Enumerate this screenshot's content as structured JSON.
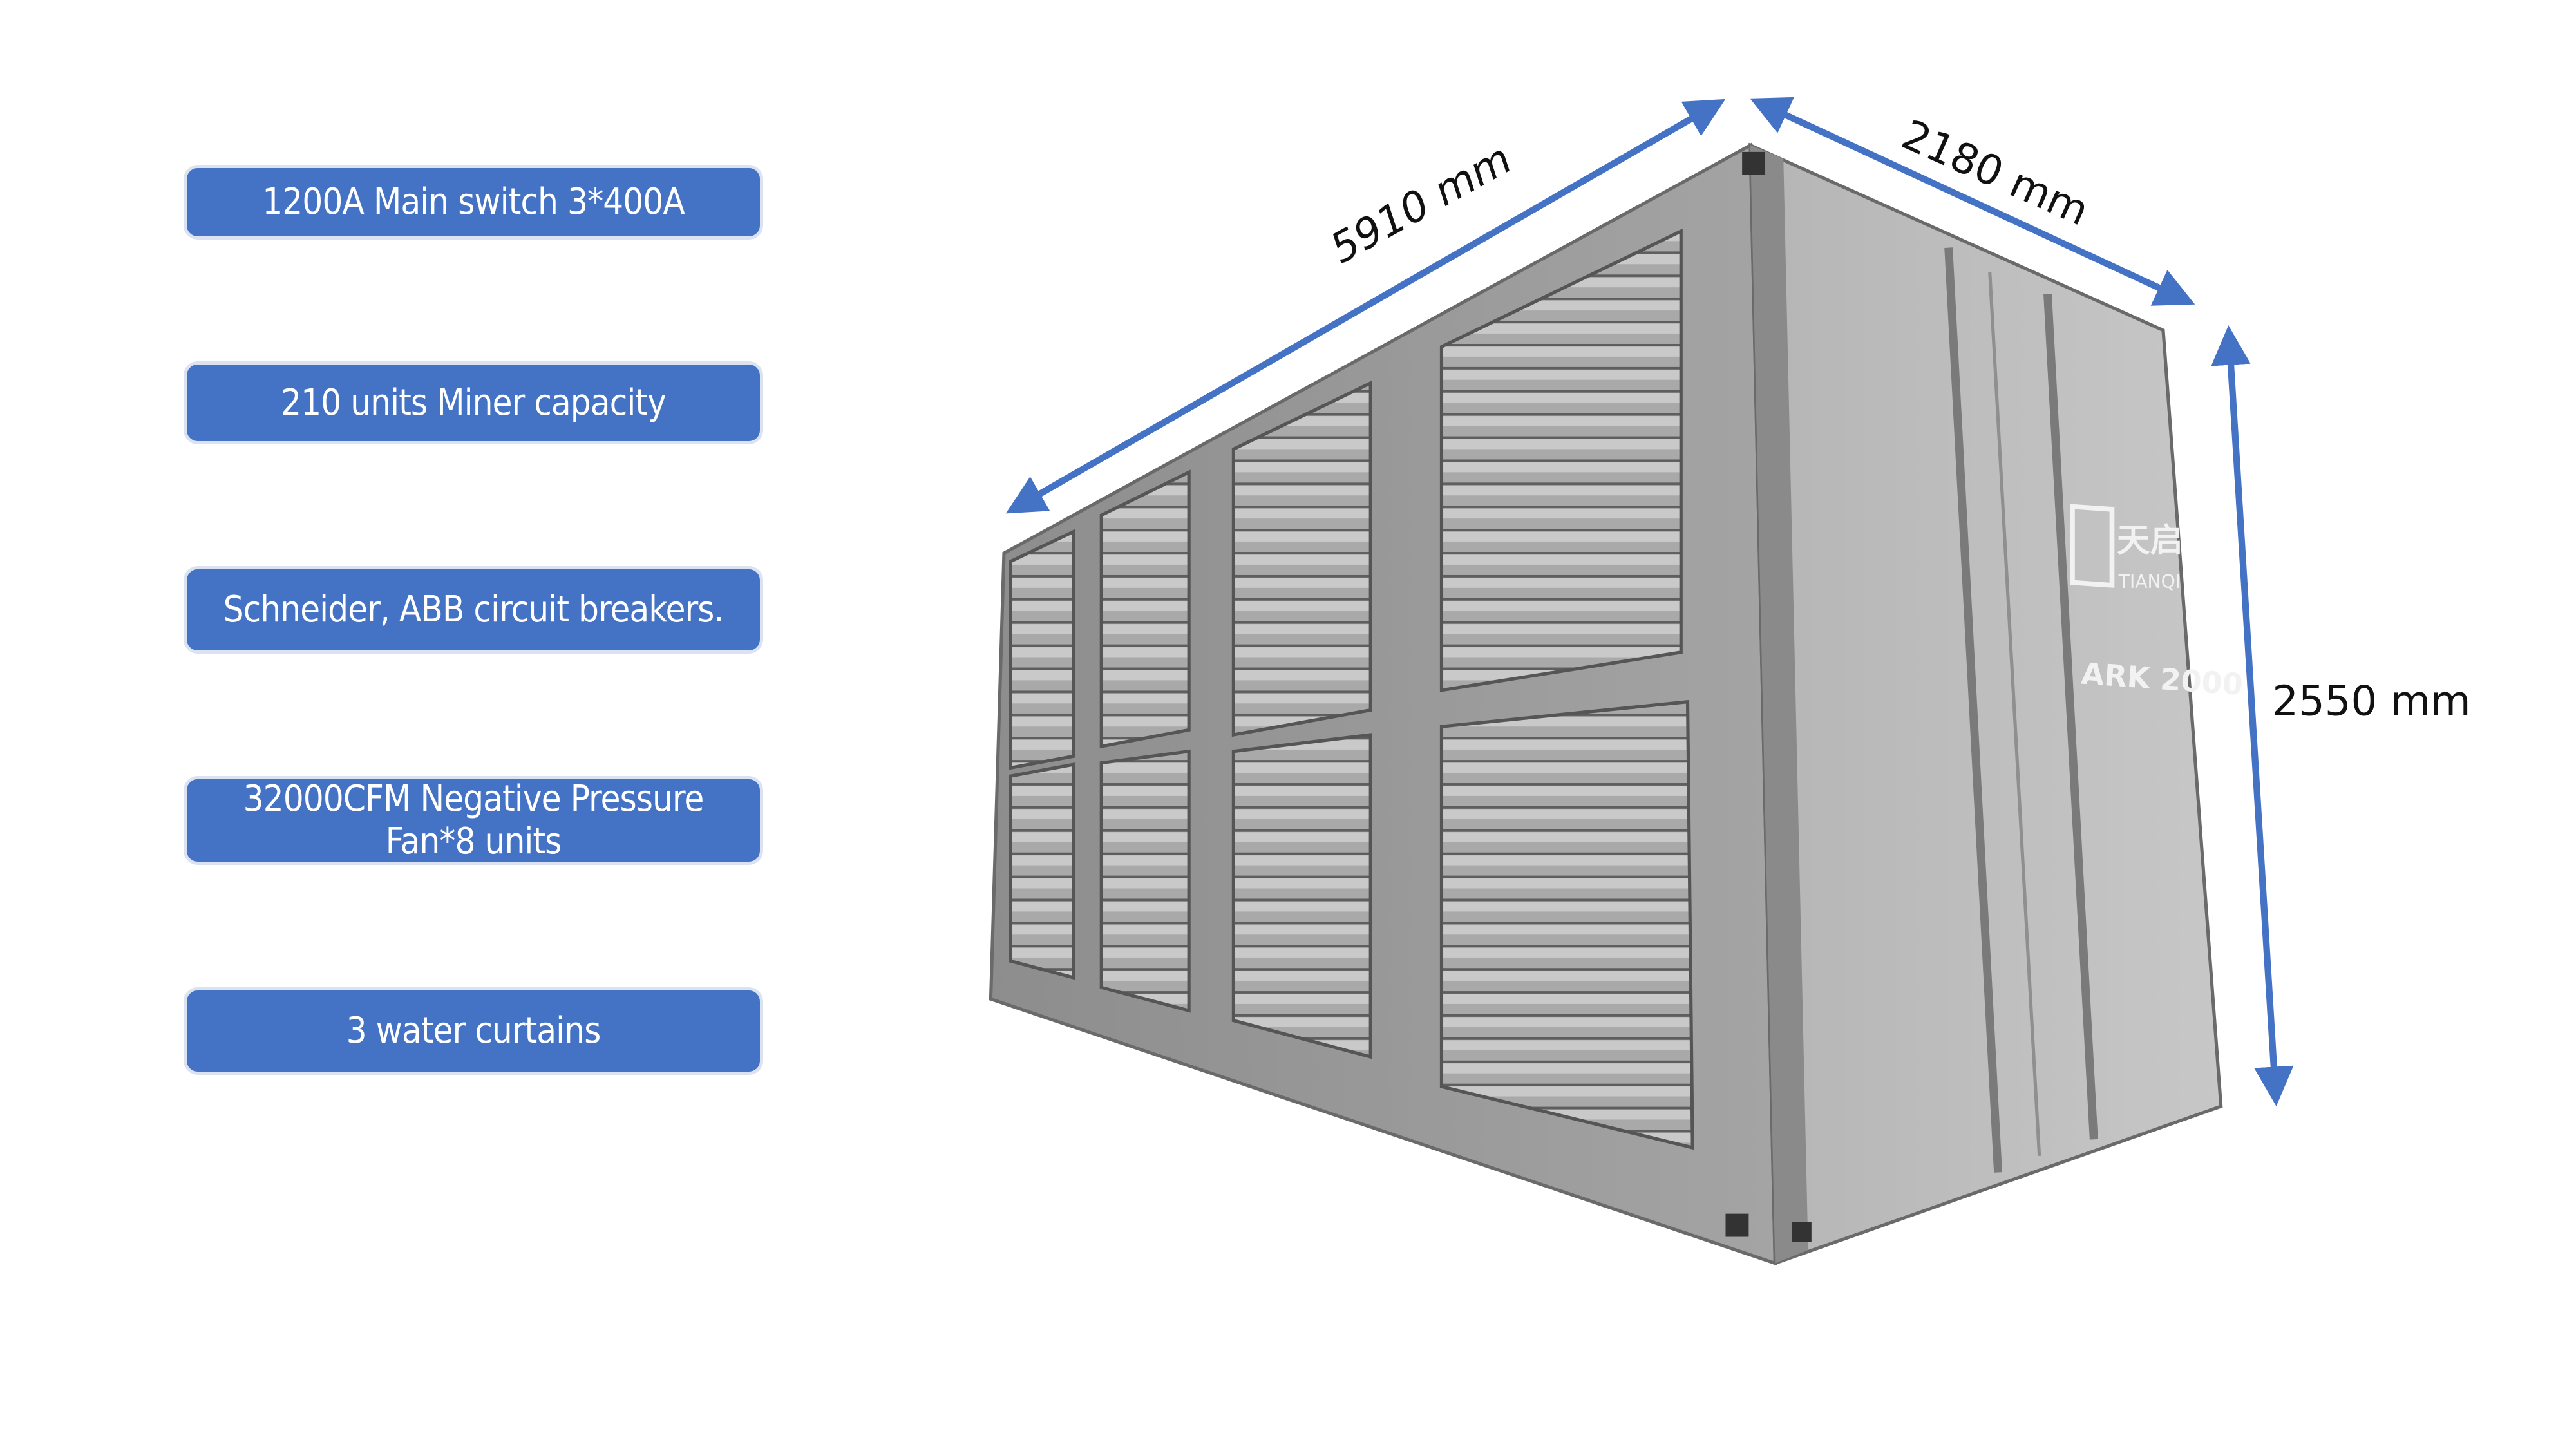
{
  "features": [
    {
      "label": "1200A Main switch 3*400A"
    },
    {
      "label": "210 units Miner capacity"
    },
    {
      "label": "Schneider, ABB circuit breakers."
    },
    {
      "label": "32000CFM Negative Pressure Fan*8 units"
    },
    {
      "label": "3 water curtains"
    }
  ],
  "dimensions": {
    "length": "5910 mm",
    "width": "2180 mm",
    "height": "2550 mm"
  },
  "container": {
    "brand_cn": "天启",
    "brand": "TIANQI",
    "model": "ARK 2000"
  },
  "colors": {
    "accent": "#4472c4",
    "container": "#9a9a9a"
  }
}
